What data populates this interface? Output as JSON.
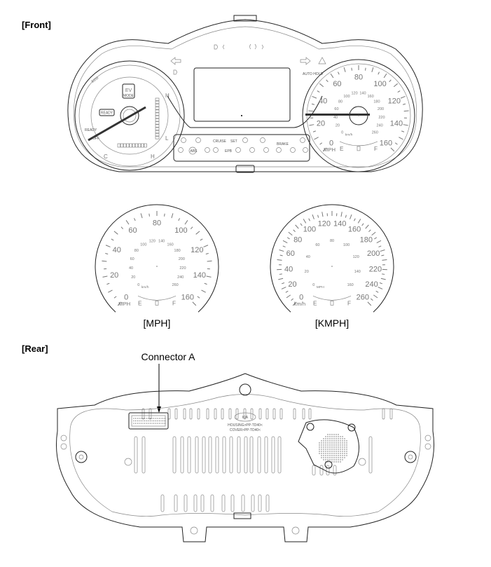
{
  "sections": {
    "front": "[Front]",
    "rear": "[Rear]",
    "mph": "[MPH]",
    "kmph": "[KMPH]"
  },
  "callouts": {
    "connector_a": "Connector A"
  },
  "front": {
    "left_gauge": {
      "ev_mode": "EV",
      "ev_mode_sub": "MODE",
      "ready_badge": "READY",
      "ready": "READY",
      "off": "OFF",
      "eco": "ECO",
      "temp_cold": "C",
      "temp_hot": "H",
      "charge_high": "H",
      "charge_low": "L"
    },
    "indicators": {
      "auto_hold": "AUTO HOLD",
      "cruise": "CRUISE",
      "set": "SET",
      "brake": "BRAKE",
      "abs": "ABS",
      "epb": "EPB"
    },
    "right_gauge": {
      "outer_unit": "MPH",
      "inner_unit": "km/h",
      "outer_labels": [
        "0",
        "20",
        "40",
        "60",
        "80",
        "100",
        "120",
        "140",
        "160"
      ],
      "inner_labels": [
        "0",
        "20",
        "40",
        "60",
        "80",
        "100",
        "120",
        "140",
        "160",
        "180",
        "200",
        "220",
        "240",
        "260"
      ],
      "fuel_empty": "E",
      "fuel_full": "F"
    }
  },
  "mph_gauge": {
    "outer_unit": "MPH",
    "inner_unit": "km/h",
    "outer_labels": [
      "0",
      "20",
      "40",
      "60",
      "80",
      "100",
      "120",
      "140",
      "160"
    ],
    "inner_labels": [
      "0",
      "20",
      "40",
      "60",
      "80",
      "100",
      "120",
      "140",
      "160",
      "180",
      "200",
      "220",
      "240",
      "260"
    ],
    "fuel_empty": "E",
    "fuel_full": "F"
  },
  "kmph_gauge": {
    "outer_unit": "km/h",
    "inner_unit": "MPH",
    "outer_labels": [
      "0",
      "20",
      "40",
      "60",
      "80",
      "100",
      "120",
      "140",
      "160",
      "180",
      "200",
      "220",
      "240",
      "260"
    ],
    "inner_labels": [
      "0",
      "20",
      "40",
      "60",
      "80",
      "100",
      "120",
      "140",
      "160"
    ],
    "fuel_empty": "E",
    "fuel_full": "F"
  },
  "rear": {
    "housing": "HOUSING>PP-TD40<",
    "cover": "COVER>PP-TD40<",
    "logo": "KIA"
  }
}
